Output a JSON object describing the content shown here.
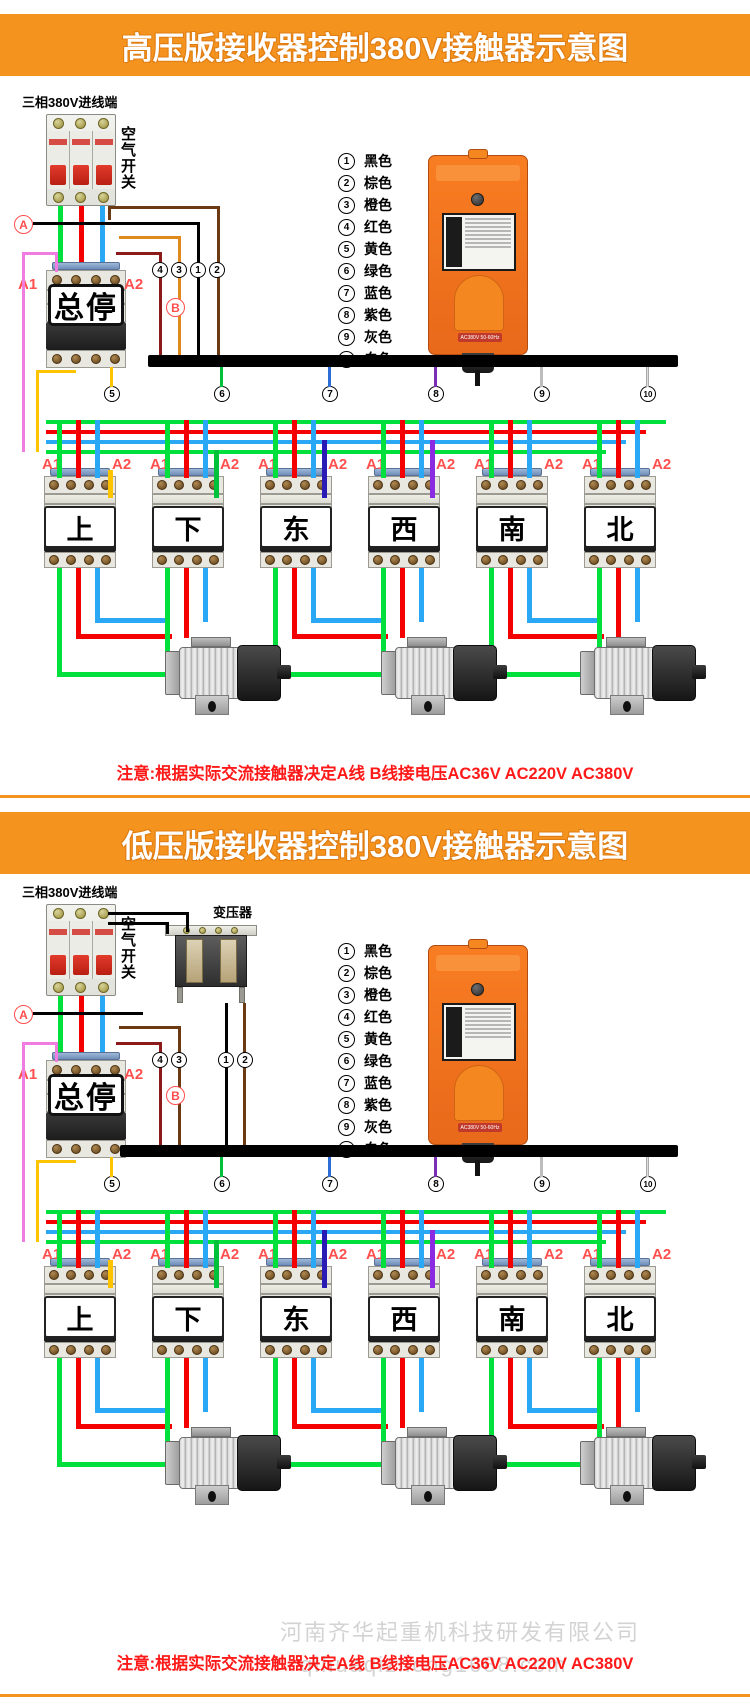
{
  "sections": [
    {
      "banner_title": "高压版接收器控制380V接触器示意图",
      "supply_label": "三相380V进线端",
      "breaker_label": "空气开关",
      "stop_label": "总停",
      "a_mark": "A",
      "b_mark": "B",
      "terminal_a1": "A1",
      "terminal_a2": "A2",
      "numbered_taps": [
        "4",
        "3",
        "1",
        "2"
      ],
      "bus_nodes": [
        "5",
        "6",
        "7",
        "8",
        "9",
        "10"
      ],
      "contactors": [
        "上",
        "下",
        "东",
        "西",
        "南",
        "北"
      ],
      "note": "注意:根据实际交流接触器决定A线 B线接电压AC36V AC220V AC380V"
    },
    {
      "banner_title": "低压版接收器控制380V接触器示意图",
      "supply_label": "三相380V进线端",
      "breaker_label": "空气开关",
      "transformer_label": "变压器",
      "stop_label": "总停",
      "a_mark": "A",
      "b_mark": "B",
      "terminal_a1": "A1",
      "terminal_a2": "A2",
      "numbered_taps": [
        "4",
        "3"
      ],
      "numbered_taps2": [
        "1",
        "2"
      ],
      "bus_nodes": [
        "5",
        "6",
        "7",
        "8",
        "9",
        "10"
      ],
      "contactors": [
        "上",
        "下",
        "东",
        "西",
        "南",
        "北"
      ],
      "note": "注意:根据实际交流接触器决定A线 B线接电压AC36V AC220V AC380V"
    }
  ],
  "legend": {
    "items": [
      {
        "num": "1",
        "label": "黑色",
        "hex": "#000000"
      },
      {
        "num": "2",
        "label": "棕色",
        "hex": "#7a4a14"
      },
      {
        "num": "3",
        "label": "橙色",
        "hex": "#e08a1e"
      },
      {
        "num": "4",
        "label": "红色",
        "hex": "#8b1a1a"
      },
      {
        "num": "5",
        "label": "黄色",
        "hex": "#f2c400"
      },
      {
        "num": "6",
        "label": "绿色",
        "hex": "#00c23a"
      },
      {
        "num": "7",
        "label": "蓝色",
        "hex": "#2b6fd6"
      },
      {
        "num": "8",
        "label": "紫色",
        "hex": "#7b2fb5"
      },
      {
        "num": "9",
        "label": "灰色",
        "hex": "#9a9a9a"
      },
      {
        "num": "10",
        "label": "白色",
        "hex": "#dddddd"
      }
    ]
  },
  "receiver": {
    "name": "radio-receiver",
    "voltage_label": "AC380V 50-60Hz"
  },
  "colors": {
    "banner": "#f5931f",
    "note_red": "#ff1a1a",
    "terminal_red": "#ff5050",
    "wire_green": "#00e03c",
    "wire_red": "#f40000",
    "wire_blue": "#2aa8f5",
    "wire_yellow": "#ffc400",
    "wire_violet": "#8a2be2",
    "wire_pink": "#f07ce0",
    "wire_black": "#000000",
    "wire_brown": "#6b3a12",
    "wire_orange": "#e08a1e",
    "wire_darkred": "#8b1a1a",
    "wire_gray": "#bdbdbd"
  },
  "watermark": {
    "line1": "河南齐华起重机科技研发有限公司",
    "line2": "qihuaqizhong1688.com"
  }
}
